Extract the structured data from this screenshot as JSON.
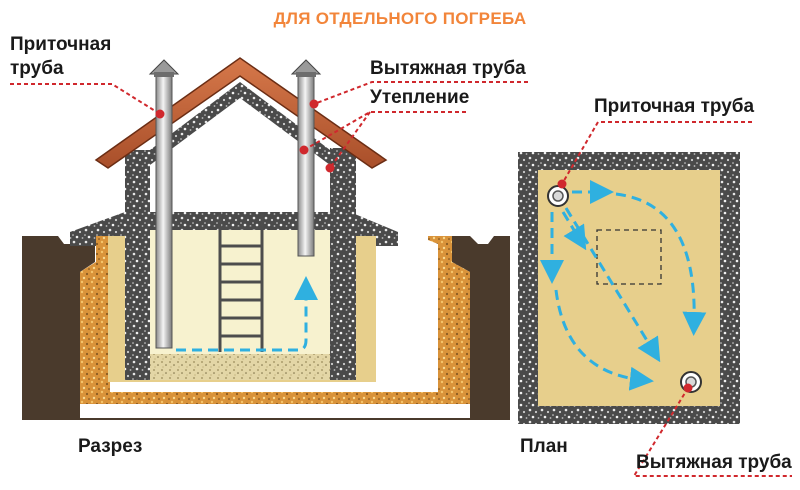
{
  "title": "ДЛЯ ОТДЕЛЬНОГО ПОГРЕБА",
  "labels": {
    "intake_line1": "Приточная",
    "intake_line2": "труба",
    "exhaust": "Вытяжная труба",
    "insulation": "Утепление",
    "plan_intake": "Приточная труба",
    "section": "Разрез",
    "plan": "План",
    "plan_exhaust": "Вытяжная труба"
  },
  "colors": {
    "title": "#f2853a",
    "soil": "#4a3a2c",
    "roof": "#c0633a",
    "pointer": "#d0282d",
    "airflow": "#2fb0e0",
    "sand": "#e7cf8c",
    "interior": "#f7f2cf",
    "gravel": "#4d4d4d"
  }
}
